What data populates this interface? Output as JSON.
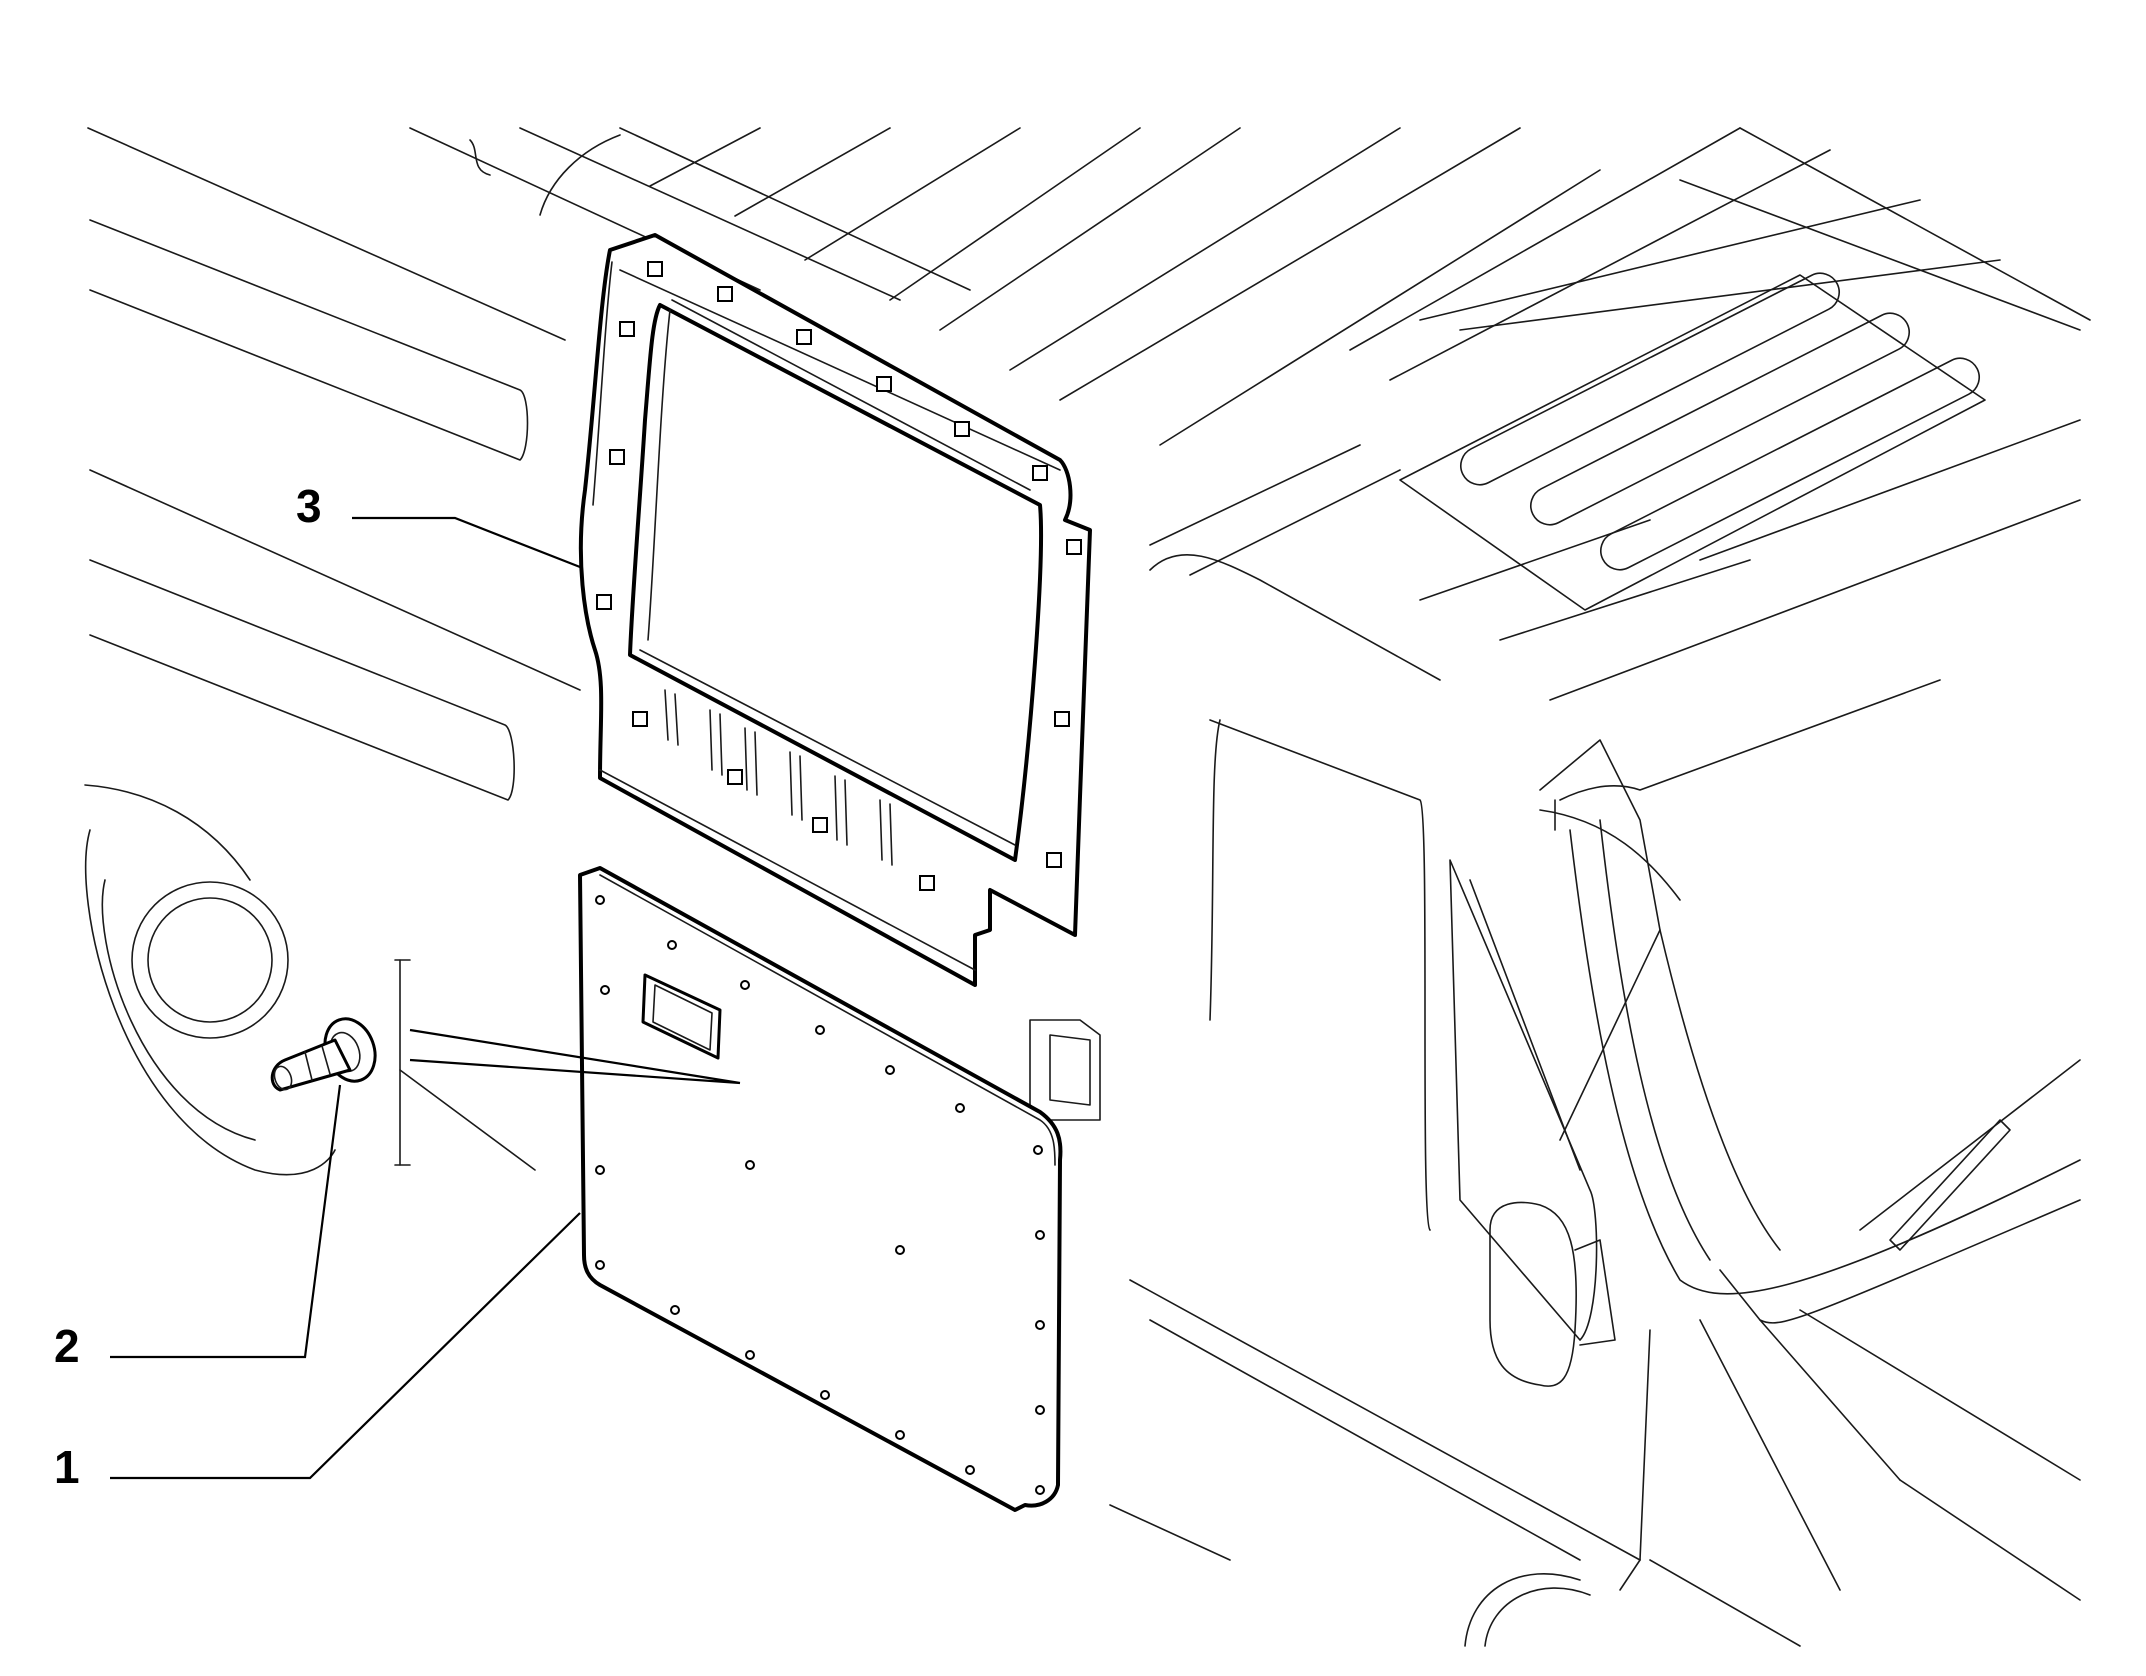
{
  "diagram": {
    "callouts": [
      {
        "id": "1",
        "label": "1",
        "part": "door-inner-trim-panel"
      },
      {
        "id": "2",
        "label": "2",
        "part": "panel-retaining-clip"
      },
      {
        "id": "3",
        "label": "3",
        "part": "rear-door-window-frame-trim"
      }
    ]
  }
}
